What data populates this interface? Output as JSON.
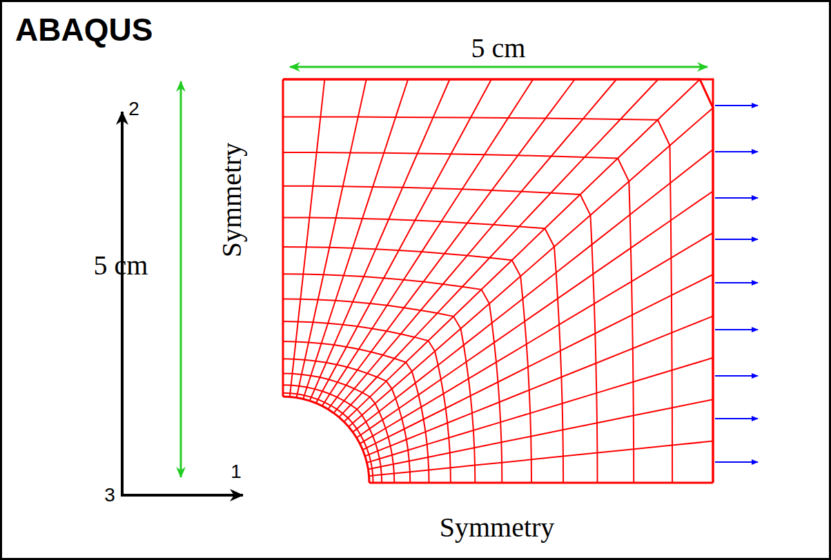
{
  "diagram": {
    "labels": [
      "ABAQUS",
      "5 cm",
      "5 cm",
      "Symmetry",
      "Symmetry",
      "2",
      "1",
      "3"
    ]
  }
}
